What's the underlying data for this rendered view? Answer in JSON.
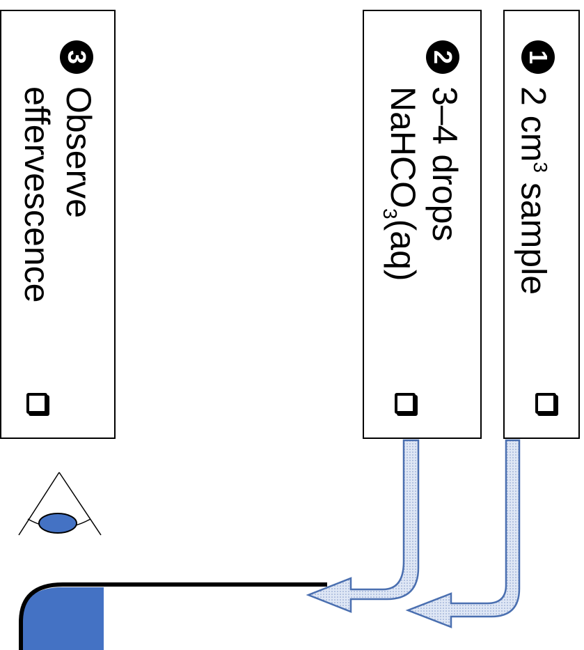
{
  "steps": [
    {
      "number": "1",
      "line1": "2 cm",
      "sup": "3",
      "line1_rest": " sample"
    },
    {
      "number": "2",
      "line1": "3–4 drops",
      "line2_a": "NaHCO",
      "sub": "3",
      "line2_b": "(aq)"
    },
    {
      "number": "3",
      "line1": "Observe",
      "line2": "effervescence"
    }
  ],
  "colors": {
    "liquid": "#4472c4",
    "eye": "#4472c4",
    "arrow_fill": "#c9d7ee",
    "arrow_stroke": "#4a6fb0"
  }
}
